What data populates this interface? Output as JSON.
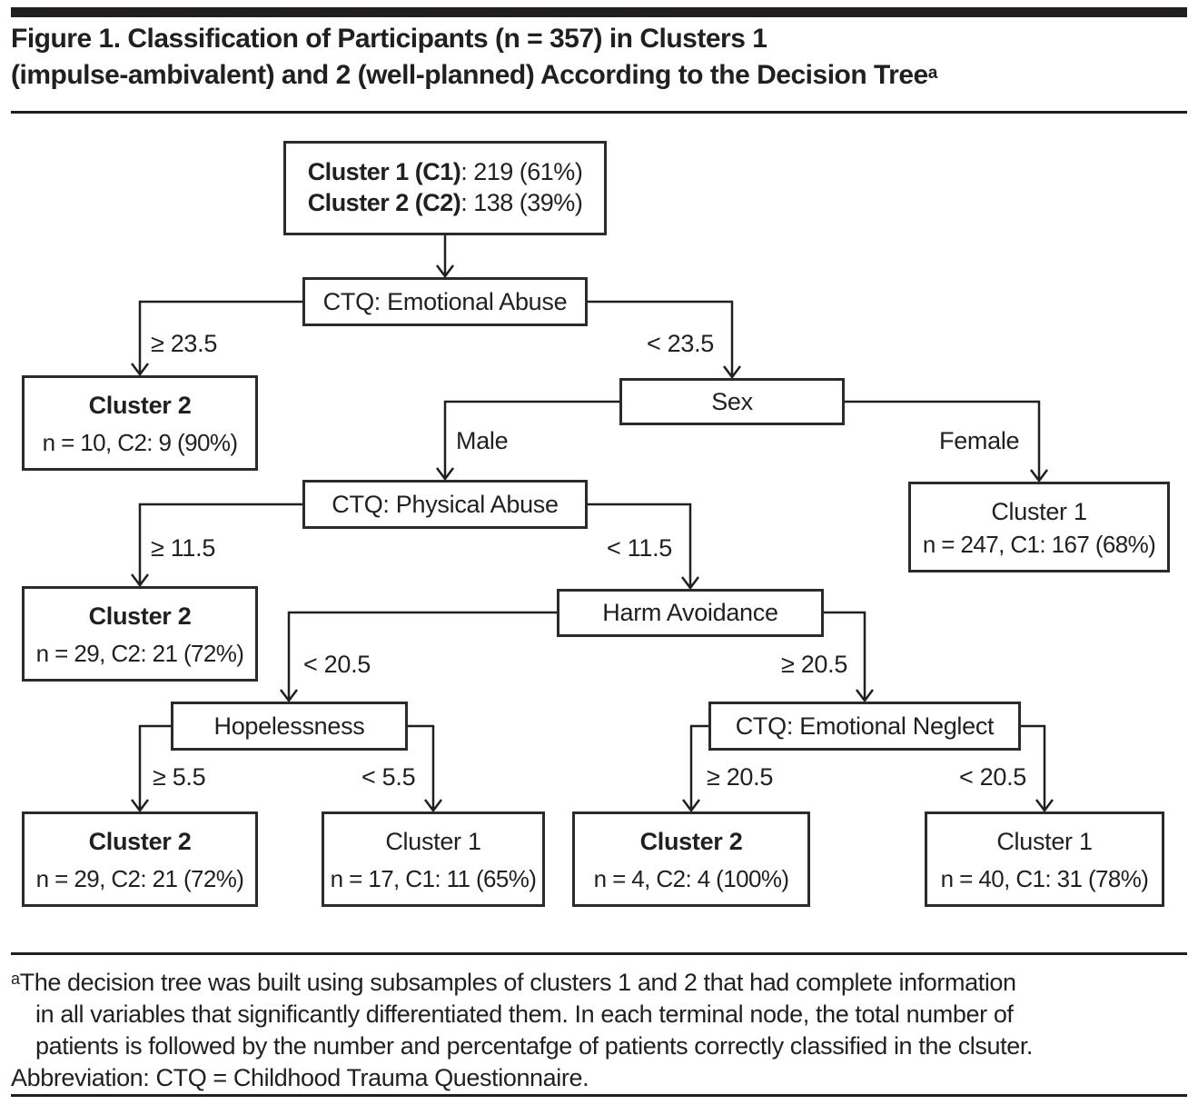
{
  "figure": {
    "title_line1": "Figure 1. Classification of Participants (n = 357) in Clusters 1",
    "title_line2": "(impulse-ambivalent) and 2 (well-planned) According to the Decision Tree",
    "title_superscript": "a"
  },
  "tree": {
    "root": {
      "line1_bold": "Cluster 1 (C1)",
      "line1_rest": ": 219 (61%)",
      "line2_bold": "Cluster 2 (C2)",
      "line2_rest": ": 138 (39%)"
    },
    "decisions": {
      "emotional_abuse": "CTQ: Emotional Abuse",
      "sex": "Sex",
      "physical_abuse": "CTQ: Physical Abuse",
      "harm_avoidance": "Harm Avoidance",
      "hopelessness": "Hopelessness",
      "emotional_neglect": "CTQ: Emotional Neglect"
    },
    "branch_labels": {
      "emotional_abuse_left": "≥ 23.5",
      "emotional_abuse_right": "< 23.5",
      "sex_left": "Male",
      "sex_right": "Female",
      "physical_abuse_left": "≥ 11.5",
      "physical_abuse_right": "< 11.5",
      "harm_avoidance_left": "< 20.5",
      "harm_avoidance_right": "≥ 20.5",
      "hopelessness_left": "≥ 5.5",
      "hopelessness_right": "< 5.5",
      "emotional_neglect_left": "≥ 20.5",
      "emotional_neglect_right": "< 20.5"
    },
    "terminals": {
      "emotional_abuse_cluster2": {
        "title": "Cluster 2",
        "stats": "n = 10, C2: 9 (90%)"
      },
      "female_cluster1": {
        "title": "Cluster 1",
        "stats": "n = 247, C1: 167 (68%)"
      },
      "physical_abuse_cluster2": {
        "title": "Cluster 2",
        "stats": "n = 29, C2: 21 (72%)"
      },
      "hopelessness_cluster2": {
        "title": "Cluster 2",
        "stats": "n = 29, C2: 21 (72%)"
      },
      "hopelessness_cluster1": {
        "title": "Cluster 1",
        "stats": "n = 17, C1: 11 (65%)"
      },
      "emotional_neglect_cluster2": {
        "title": "Cluster 2",
        "stats": "n = 4, C2: 4 (100%)"
      },
      "emotional_neglect_cluster1": {
        "title": "Cluster 1",
        "stats": "n = 40, C1: 31 (78%)"
      }
    }
  },
  "footnote": {
    "marker": "a",
    "line1": "The decision tree was built using subsamples of clusters 1 and 2 that had complete information",
    "line2": "in all variables that significantly differentiated them. In each terminal node, the total number of",
    "line3": "patients is followed by the number and percentafge of patients correctly classified in the clsuter.",
    "abbreviation": "Abbreviation: CTQ = Childhood Trauma Questionnaire."
  },
  "colors": {
    "ink": "#231f20",
    "background": "#ffffff"
  }
}
